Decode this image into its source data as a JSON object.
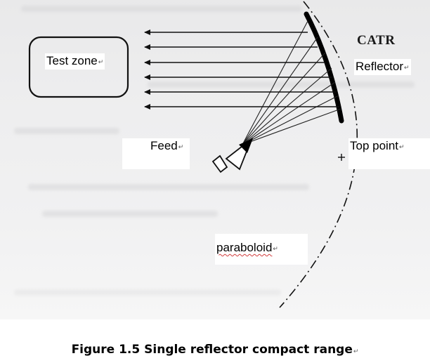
{
  "labels": {
    "test_zone": "Test zone",
    "reflector": "Reflector",
    "catr": "CATR",
    "feed": "Feed",
    "top_point": "Top point",
    "paraboloid": "paraboloid",
    "paragraph_mark": "↵"
  },
  "caption": "Figure 1.5 Single reflector compact range",
  "colors": {
    "ink": "#000000",
    "photo_background": "#eeeeef",
    "label_background": "#ffffff"
  }
}
